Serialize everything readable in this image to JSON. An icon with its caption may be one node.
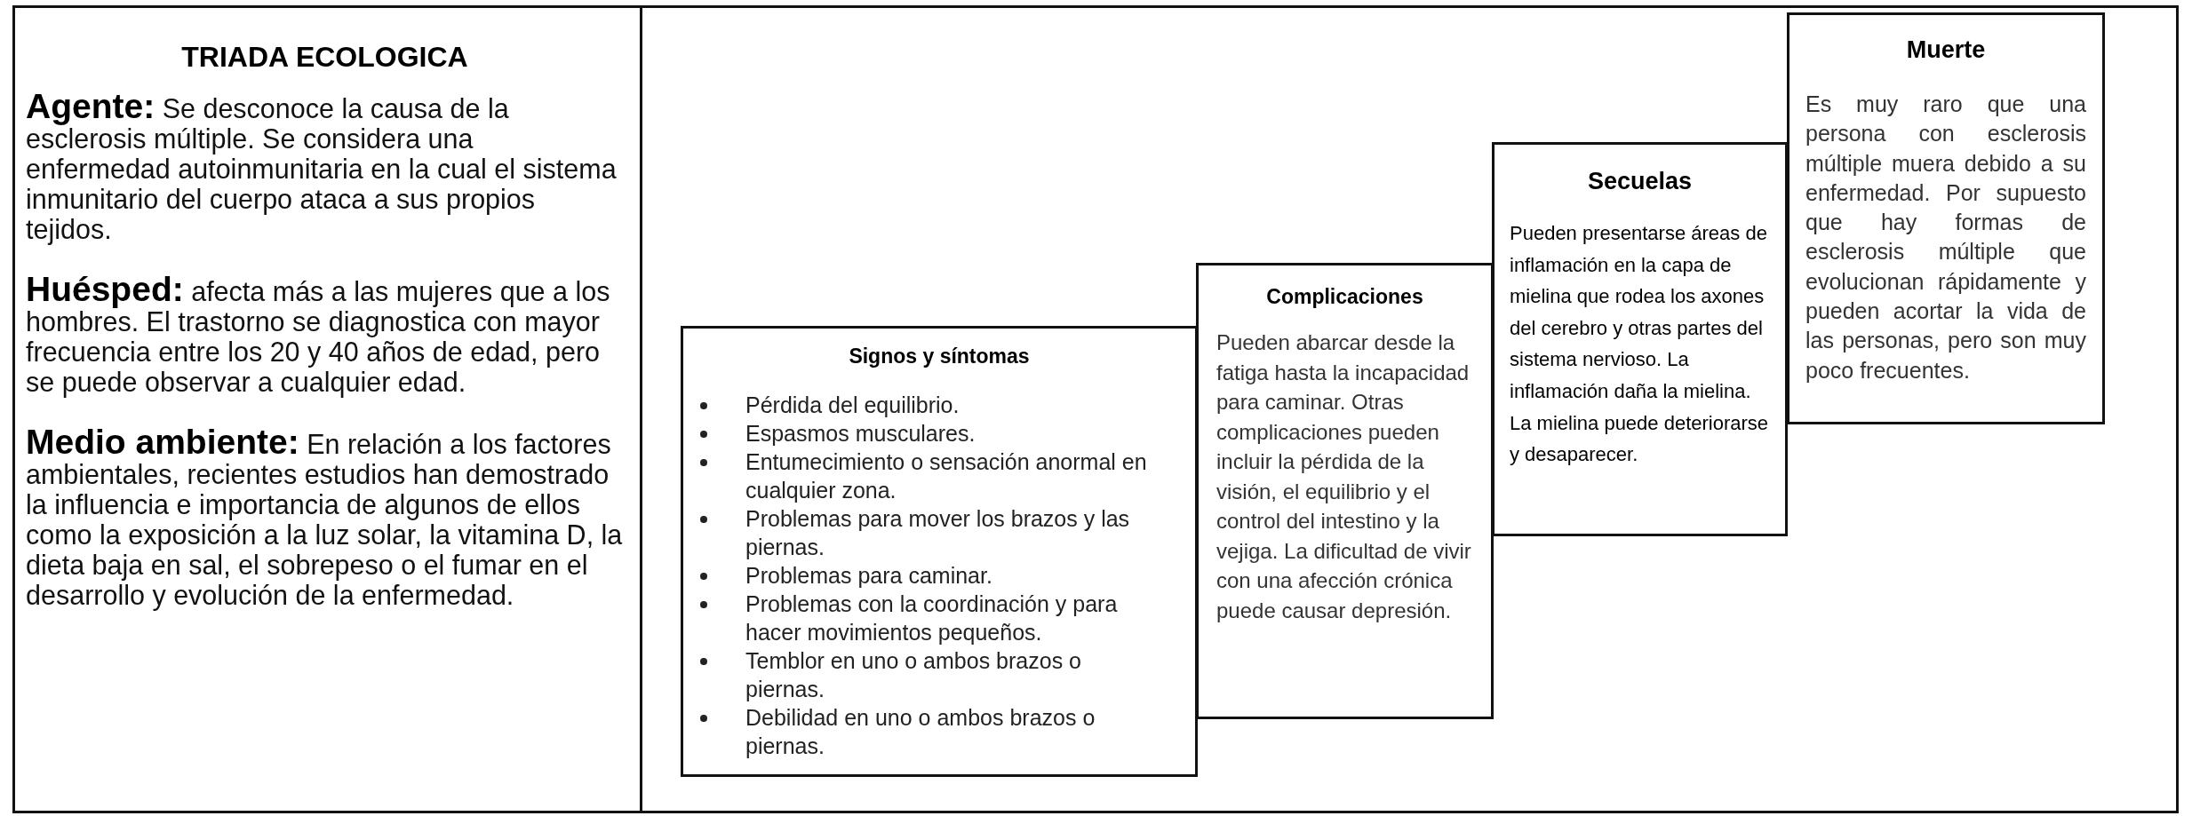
{
  "diagram": {
    "nodes": [
      {
        "text": [
          "TRIADA ECOLOGICA",
          "**Agente:** Se desconoce la causa de la esclerosis múltiple. Se considera una enfermedad autoinmunitaria en la cual el sistema inmunitario del cuerpo ataca a sus propios tejidos.",
          "**Huésped:** afecta más a las mujeres que a los hombres. El trastorno se diagnostica con mayor frecuencia entre los 20 y 40 años de edad, pero se puede observar a cualquier edad.",
          "**Medio ambiente:** En relación a los factores ambientales, recientes estudios han demostrado la influencia e importancia de algunos de ellos como la exposición a la luz solar, la vitamina D, la dieta baja en sal, el sobrepeso o el fumar en el desarrollo y evolución de la enfermedad."
        ]
      },
      {
        "text": [
          "Signos y síntomas",
          "Pérdida del equilibrio.",
          "Espasmos musculares.",
          "Entumecimiento o sensación anormal en cualquier zona.",
          "Problemas para mover los brazos y las piernas.",
          "Problemas para caminar.",
          "Problemas con la coordinación y para hacer movimientos pequeños.",
          "Temblor en uno o ambos brazos o piernas.",
          "Debilidad en uno o ambos brazos o piernas."
        ]
      },
      {
        "text": [
          "Complicaciones",
          "Pueden abarcar desde la fatiga hasta la incapacidad para caminar. Otras complicaciones pueden incluir la pérdida de la visión, el equilibrio y el control del intestino y la vejiga. La dificultad de vivir con una afección crónica puede causar depresión."
        ]
      },
      {
        "text": [
          "Secuelas",
          "Pueden presentarse áreas de inflamación en la capa de mielina que rodea los axones del cerebro y otras partes del sistema nervioso. La inflamación daña la mielina. La mielina puede deteriorarse y desaparecer."
        ]
      },
      {
        "text": [
          "Muerte",
          "Es muy raro que una persona con esclerosis múltiple muera debido a su enfermedad. Por supuesto que hay formas de esclerosis múltiple que evolucionan rápidamente y pueden acortar la vida de las personas, pero son muy poco frecuentes."
        ]
      }
    ]
  }
}
